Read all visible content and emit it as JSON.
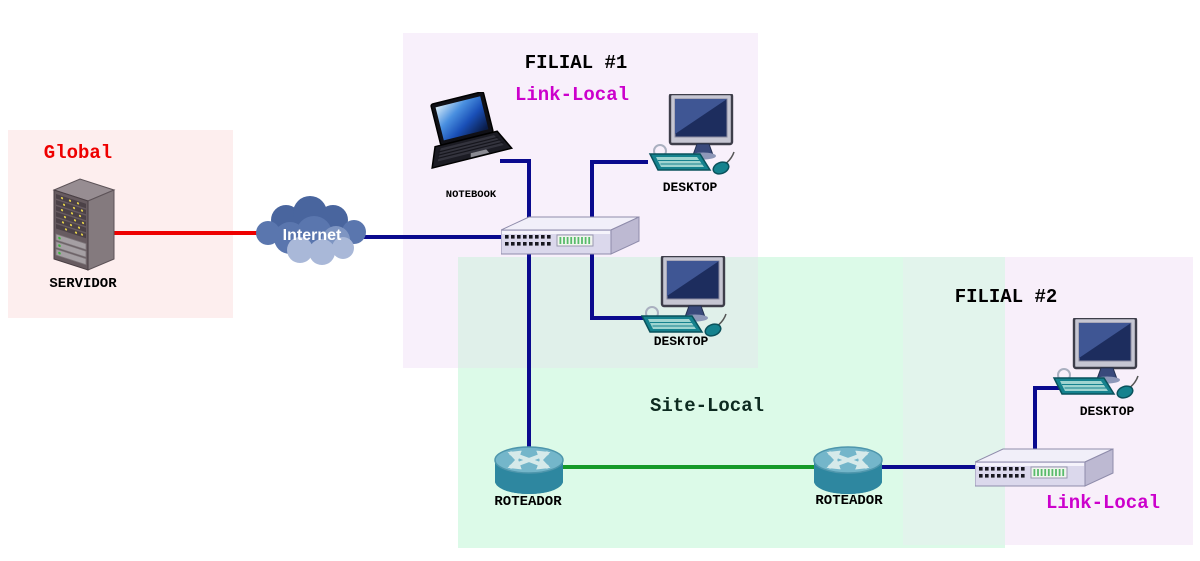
{
  "diagram": {
    "zones": {
      "global": {
        "label": "Global"
      },
      "filial1": {
        "title": "FILIAL #1",
        "subtitle": "Link-Local"
      },
      "site_local": {
        "label": "Site-Local"
      },
      "filial2": {
        "title": "FILIAL #2",
        "subtitle": "Link-Local"
      }
    },
    "nodes": {
      "servidor": {
        "label": "SERVIDOR"
      },
      "internet": {
        "label": "Internet"
      },
      "notebook": {
        "label": "NOTEBOOK"
      },
      "desktop_filial1_top": {
        "label": "DESKTOP"
      },
      "desktop_filial1_bottom": {
        "label": "DESKTOP"
      },
      "desktop_filial2": {
        "label": "DESKTOP"
      },
      "roteador_left": {
        "label": "ROTEADOR"
      },
      "roteador_right": {
        "label": "ROTEADOR"
      }
    },
    "links": [
      {
        "from": "servidor",
        "to": "internet",
        "color": "#ee0000"
      },
      {
        "from": "internet",
        "to": "switch_filial1",
        "color": "#0a0a8e"
      },
      {
        "from": "notebook",
        "to": "switch_filial1",
        "color": "#0a0a8e"
      },
      {
        "from": "desktop_filial1_top",
        "to": "switch_filial1",
        "color": "#0a0a8e"
      },
      {
        "from": "switch_filial1",
        "to": "desktop_filial1_bottom",
        "color": "#0a0a8e"
      },
      {
        "from": "switch_filial1",
        "to": "roteador_left",
        "color": "#0a0a8e"
      },
      {
        "from": "roteador_left",
        "to": "roteador_right",
        "color": "#159a28"
      },
      {
        "from": "roteador_right",
        "to": "switch_filial2",
        "color": "#0a0a8e"
      },
      {
        "from": "desktop_filial2",
        "to": "switch_filial2",
        "color": "#0a0a8e"
      }
    ],
    "colors": {
      "zone_global_bg": "#fdeeee",
      "zone_filial_bg": "#f8f0fb",
      "zone_sitelocal_bg": "#dcfae8",
      "overlap_filial1_sitelocal_bg": "#e0f0ea",
      "overlap_filial2_sitelocal_bg": "#e2f4ec",
      "global_text": "#ee0000",
      "link_local_text": "#cc00cc",
      "site_local_text": "#0d2a20",
      "line_red": "#ee0000",
      "line_navy": "#0a0a8e",
      "line_green": "#159a28"
    }
  }
}
